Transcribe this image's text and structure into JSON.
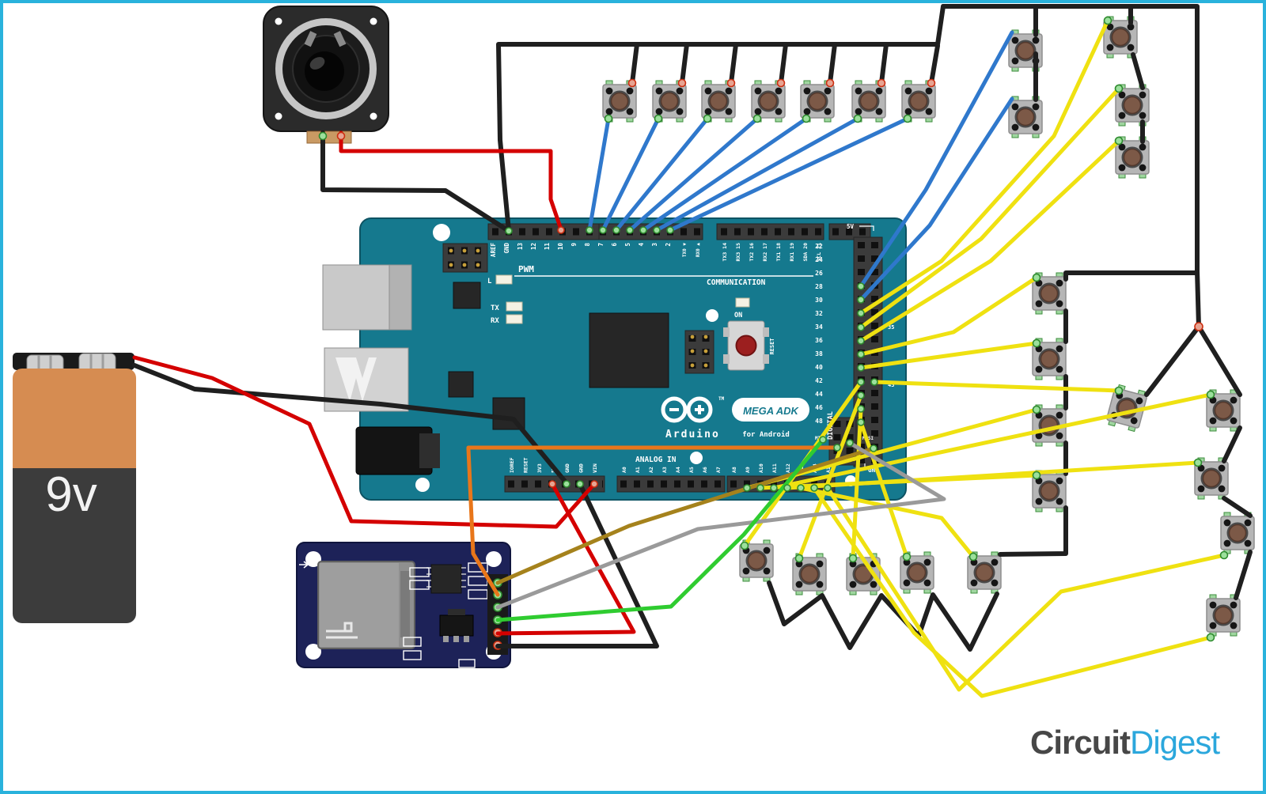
{
  "battery": {
    "label": "9v"
  },
  "logo": {
    "part1": "Circuit",
    "part2": "Digest"
  },
  "arduino": {
    "brand": "Arduino",
    "tm": "TM",
    "model": "MEGA ADK",
    "model_sub": "for Android",
    "pwm_label": "PWM",
    "comm_label": "COMMUNICATION",
    "analog_label": "ANALOG IN",
    "digital_label": "DIGITAL",
    "led_l": "L",
    "led_tx": "TX",
    "led_rx": "RX",
    "led_on": "ON",
    "reset_label": "RESET",
    "label_5v": "5V",
    "label_gnd": "GND",
    "miso": "MISO",
    "mosi": "MOSI",
    "top_pins": [
      "AREF",
      "GND",
      "13",
      "12",
      "11",
      "10",
      "9",
      "8",
      "7",
      "6",
      "5",
      "4",
      "3",
      "2"
    ],
    "txrx_pins": [
      "TX0 ▼",
      "RX0 ▲"
    ],
    "comm_pins": [
      "TX3 14",
      "RX3 15",
      "TX2 16",
      "RX2 17",
      "TX1 18",
      "RX1 19",
      "SDA 20",
      "SCL 21"
    ],
    "right_pins": [
      "22",
      "24",
      "26",
      "28",
      "30",
      "32",
      "34",
      "36",
      "38",
      "40",
      "42",
      "44",
      "46",
      "48"
    ],
    "right_inner_pins": [
      "35",
      "43"
    ],
    "power_pins": [
      "IOREF",
      "RESET",
      "3V3",
      "5V",
      "GND",
      "GND",
      "VIN"
    ],
    "analog_pins_a": [
      "A0",
      "A1",
      "A2",
      "A3",
      "A4",
      "A5",
      "A6",
      "A7"
    ],
    "analog_pins_b": [
      "A8",
      "A9",
      "A10",
      "A11",
      "A12",
      "A13",
      "A14",
      "A15"
    ]
  },
  "colors": {
    "black": "#1f1f1f",
    "red": "#d40000",
    "blue": "#2f78cc",
    "yellow": "#efe111",
    "orange": "#e8761a",
    "green": "#2fcc30",
    "gray": "#9a9a9a",
    "gold": "#a5821c",
    "board": "#15798e",
    "sd": "#1d2258",
    "border": "#29b2dc",
    "logo_gray": "#474747",
    "logo_blue": "#2ba7dc"
  }
}
